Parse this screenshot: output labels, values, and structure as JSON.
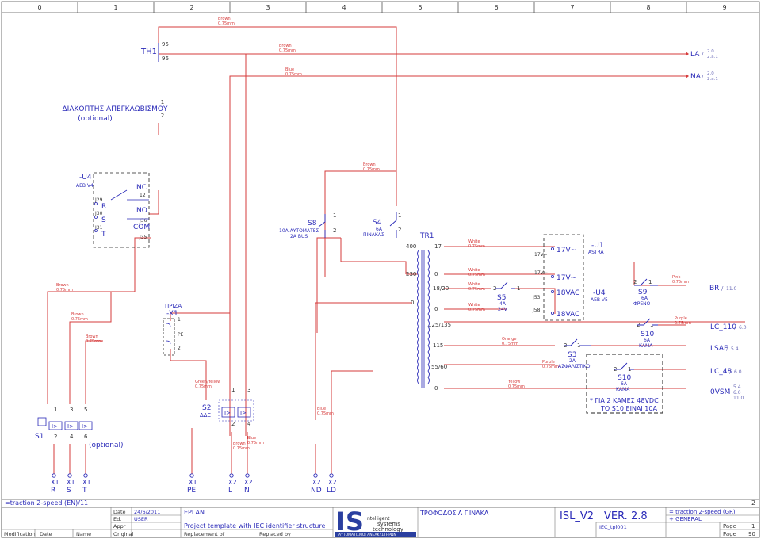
{
  "grid": {
    "columns": [
      "0",
      "1",
      "2",
      "3",
      "4",
      "5",
      "6",
      "7",
      "8",
      "9"
    ]
  },
  "wires": {
    "brown": "Brown",
    "blue": "Blue",
    "white": "White",
    "orange": "Orange",
    "purple": "Purple",
    "yellow": "Yellow",
    "pink": "Pink",
    "green_yellow": "Green/Yellow",
    "gauge": "0.75mm"
  },
  "colors": {
    "wire": "#d63b3b",
    "device": "#2a2ab8",
    "dashed": "#222222",
    "frame": "#555555"
  },
  "th1": {
    "tag": "TH1",
    "t95": "95",
    "t96": "96"
  },
  "outputs": {
    "la": "LA",
    "na": "NA",
    "br": "BR",
    "lc110": "LC_110",
    "lsaf": "LSAF",
    "lc48": "LC_48",
    "ovsm": "0VSM",
    "ref_20": "2.0",
    "ref_2a1": "2.a.1",
    "ref_110": "11.0",
    "ref_60": "6.0",
    "ref_54": "5.4",
    "sep": "/"
  },
  "switch_title": {
    "line1": "ΔΙΑΚΟΠΤΗΣ ΑΠΕΓΚΛΩΒΙΣΜΟΥ",
    "line2": "(optional)",
    "t1": "1",
    "t2": "2"
  },
  "u4a": {
    "tag": "-U4",
    "model": "AEB V4",
    "j29": "J29",
    "j30": "J30",
    "j31": "J31",
    "r": "R",
    "s": "S",
    "t": "T",
    "nc": "NC",
    "n12": "12",
    "no": "NO",
    "j36": "J36",
    "com": "COM",
    "j35": "J35"
  },
  "s8": {
    "tag": "S8",
    "desc": "10A ΑΥΤΟΜΑΤΕΣ",
    "desc2": "2A BUS",
    "t1": "1",
    "t2": "2"
  },
  "s4": {
    "tag": "S4",
    "desc": "6A",
    "desc2": "ΠΙΝΑΚΑΣ",
    "t1": "1",
    "t2": "2"
  },
  "tr1": {
    "tag": "TR1",
    "p400": "400",
    "p230": "230",
    "p0": "0",
    "s17": "17",
    "s0": "0",
    "s18_20": "18/20",
    "s0b": "0",
    "s125": "125/135",
    "s115": "115",
    "s55": "55/60",
    "s0c": "0"
  },
  "u1": {
    "tag": "-U1",
    "model": "ASTRA",
    "v17a": "17V~",
    "v17b": "17V~",
    "v17s": "17V~",
    "v17t": "17V~"
  },
  "s5": {
    "tag": "S5",
    "desc": "4A",
    "desc2": "24V",
    "t2": "2",
    "t1": "1",
    "j53": "J53",
    "j58": "J58"
  },
  "u4b": {
    "tag": "-U4",
    "model": "AEB V5",
    "v18a": "18VAC",
    "v18b": "18VAC"
  },
  "s9": {
    "tag": "S9",
    "desc": "6A",
    "desc2": "ΦΡΕΝΟ",
    "t2": "2",
    "t1": "1"
  },
  "s10a": {
    "tag": "S10",
    "desc": "6A",
    "desc2": "ΚΑΜΑ",
    "t2": "2",
    "t1": "1"
  },
  "s3": {
    "tag": "S3",
    "desc": "2A",
    "desc2": "ΑΣΦΑΛΙΣΤΙΚΟ",
    "t2": "2",
    "t1": "1"
  },
  "s10b": {
    "tag": "S10",
    "desc": "6A",
    "desc2": "ΚΑΜΑ",
    "t2": "2",
    "t1": "1"
  },
  "note": {
    "line1": "* ΓΙΑ 2 ΚΑΜΕΣ 48VDC",
    "line2": "ΤΟ S10 ΕΙΝΑΙ 10Α"
  },
  "x1_socket": {
    "title": "ΠΡΙΖΑ",
    "tag": "-X1",
    "t1": "1",
    "pe": "PE",
    "t2": "2"
  },
  "s2": {
    "tag": "S2",
    "desc": "ΔΔΕ",
    "t1": "1",
    "t3": "3",
    "t2": "2",
    "t4": "4",
    "trip": "I>"
  },
  "s1": {
    "tag": "S1",
    "opt": "(optional)",
    "t1": "1",
    "t3": "3",
    "t5": "5",
    "t2": "2",
    "t4": "4",
    "t6": "6",
    "trip": "I>"
  },
  "terminals": [
    {
      "strip": "X1",
      "label": "R"
    },
    {
      "strip": "X1",
      "label": "S"
    },
    {
      "strip": "X1",
      "label": "T"
    },
    {
      "strip": "X1",
      "label": "PE"
    },
    {
      "strip": "X2",
      "label": "L"
    },
    {
      "strip": "X2",
      "label": "N"
    },
    {
      "strip": "X2",
      "label": "ND"
    },
    {
      "strip": "X2",
      "label": "LD"
    }
  ],
  "footer": {
    "top_left": "=traction 2-speed (EN)/11",
    "top_right": "2",
    "date_label": "Date",
    "date_value": "24/6/2011",
    "ed_label": "Ed.",
    "ed_value": "USER",
    "appr_label": "Appr",
    "original": "Original",
    "modification": "Modification",
    "date": "Date",
    "name": "Name",
    "eplan": "EPLAN",
    "project": "Project template with IEC identifier structure",
    "replacement": "Replacement of",
    "replaced": "Replaced by",
    "logo_big": "IS",
    "logo_line1": "ntelligent",
    "logo_line2": "systems",
    "logo_line3": "technology",
    "logo_bottom": "ΑΥΤΟΜΑΤΙΣΜΟΙ ΑΝΕΛΚΥΣΤΗΡΩΝ",
    "doc_title": "ΤΡΟΦΟΔΟΣΙΑ ΠΙΝΑΚΑ",
    "isl": "ISL_V2",
    "ver": "VER. 2.8",
    "sys1": "= traction 2-speed (GR)",
    "sys2": "+ GENERAL",
    "tpl": "IEC_tpl001",
    "page_label": "Page",
    "page_value": "1",
    "pages_label": "Page",
    "pages_value": "90"
  }
}
